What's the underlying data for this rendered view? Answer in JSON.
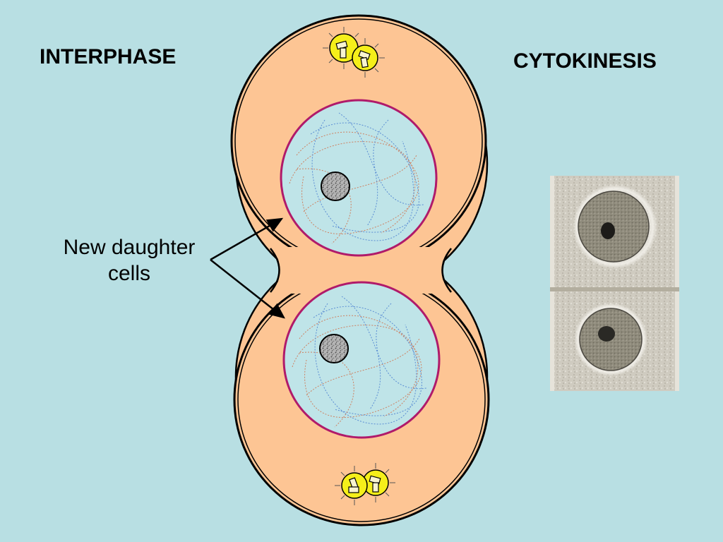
{
  "titles": {
    "left": "INTERPHASE",
    "right": "CYTOKINESIS"
  },
  "annotation": {
    "line1": "New daughter",
    "line2": "cells"
  },
  "colors": {
    "background": "#b8dfe3",
    "cytoplasm": "#fdc594",
    "nucleus": "#bfe4e8",
    "nuclear_envelope": "#b01a6a",
    "nucleolus": "#9a9a9a",
    "centrosome": "#f5ef1a",
    "outline": "#000000"
  },
  "icons": {
    "centrosome": "centriole-pair-icon",
    "arrow": "arrow-icon"
  }
}
